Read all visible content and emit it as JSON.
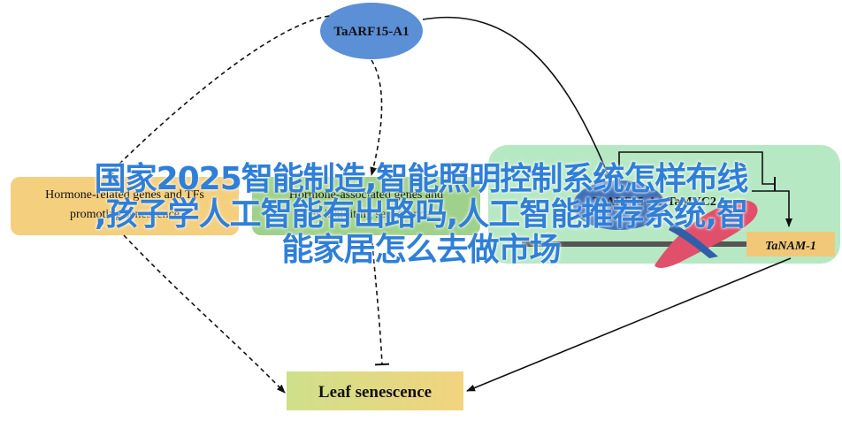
{
  "nodes": {
    "tf": "TaARF15-A1",
    "box1_line1": "Hormone-related genes and TFs",
    "box1_line2": "promoting senescence",
    "box2_line1": "Hormone-associated genes and",
    "box2_line2": "TFs inhibiting senescence",
    "complex": "TaARF15-A1-TaMYC2",
    "target": "TaNAM-1",
    "outcome": "Leaf senescence"
  },
  "overlay": {
    "line1": "国家2025智能制造,智能照明控制系统怎样布线",
    "line2": ",孩子学人工智能有出路吗,人工智能推荐系统,智",
    "line3": "能家居怎么去做市场"
  },
  "colors": {
    "tf_ellipse": "#5b8fd6",
    "box1_fill": "#f4cf7e",
    "box2_fill": "#9fd18c",
    "green_panel": "#b7e8c4",
    "complex_blue": "#3f6fb8",
    "complex_red": "#e0506a",
    "target_fill": "#f0c878",
    "outcome_fill": "#e6e48a",
    "overlay_text": "#2f7fd8"
  }
}
